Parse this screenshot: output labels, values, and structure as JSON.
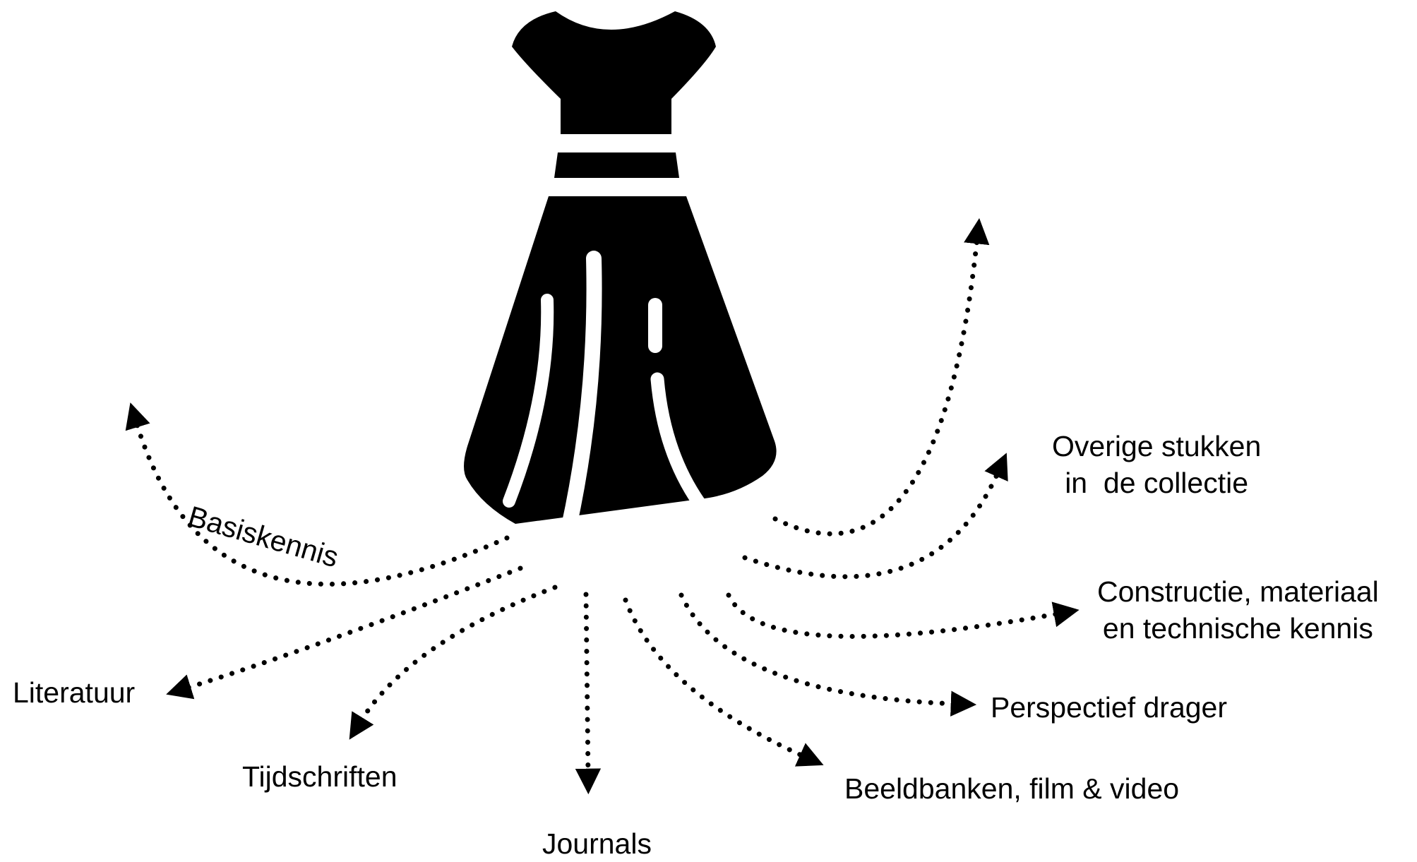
{
  "labels": {
    "basiskennis": "Basiskennis",
    "literatuur": "Literatuur",
    "tijdschriften": "Tijdschriften",
    "journals": "Journals",
    "beeldbanken": "Beeldbanken, film & video",
    "perspectief": "Perspectief drager",
    "constructie_line1": "Constructie, materiaal",
    "constructie_line2": "en technische kennis",
    "overige_line1": "Overige stukken",
    "overige_line2": "in  de collectie"
  },
  "colors": {
    "ink": "#000000",
    "background": "#ffffff"
  },
  "icons": {
    "center": "dress-icon"
  }
}
